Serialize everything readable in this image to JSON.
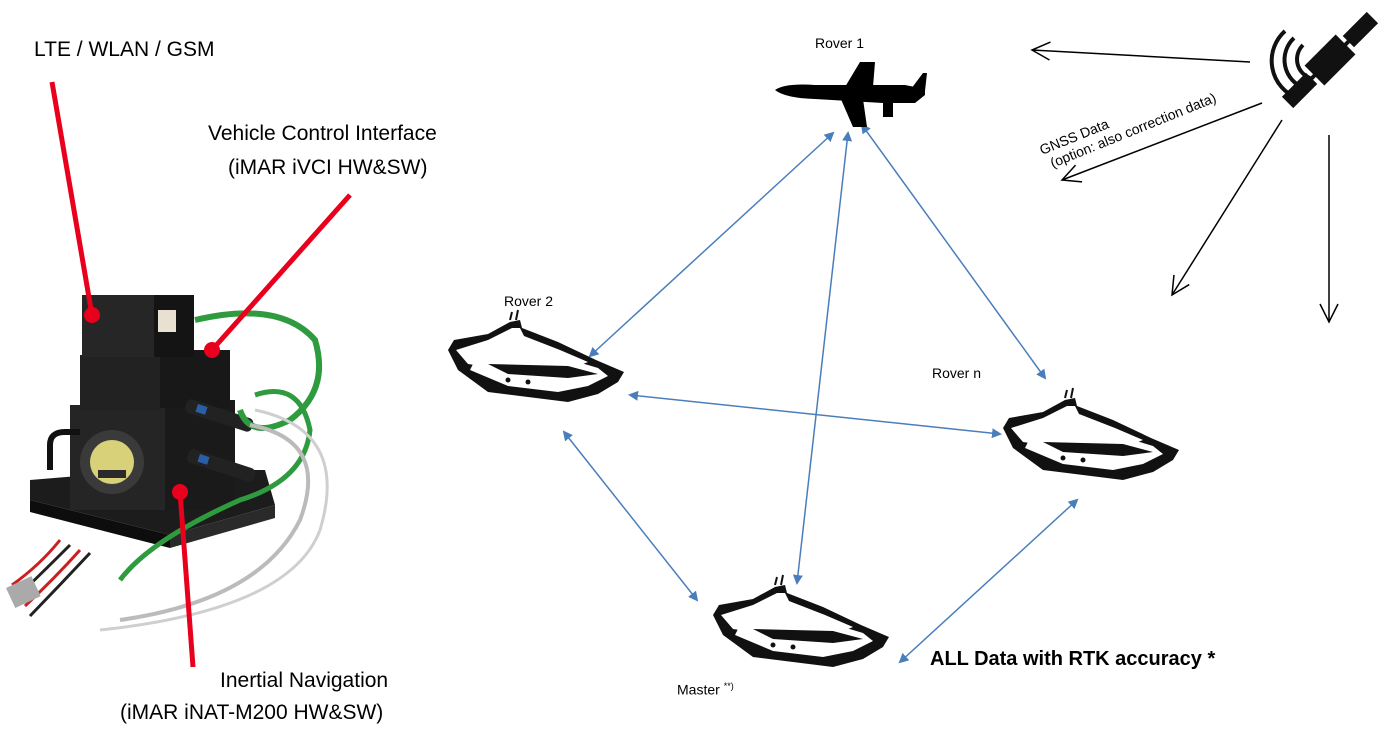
{
  "device_labels": {
    "comm": "LTE / WLAN / GSM",
    "vci_line1": "Vehicle Control Interface",
    "vci_line2": "(iMAR  iVCI  HW&SW)",
    "ins_line1": "Inertial Navigation",
    "ins_line2": "(iMAR  iNAT-M200  HW&SW)"
  },
  "network": {
    "rover1": "Rover 1",
    "rover2": "Rover 2",
    "rovern": "Rover n",
    "master": "Master",
    "master_note": "**)",
    "gnss_line1": "GNSS Data",
    "gnss_line2": "(option: also correction data)",
    "accuracy": "ALL Data with RTK accuracy *"
  },
  "colors": {
    "pointer_red": "#e8001c",
    "link_blue": "#4a7ebb",
    "cable_green": "#2e9b3e",
    "device_dark": "#1c1c1c"
  }
}
